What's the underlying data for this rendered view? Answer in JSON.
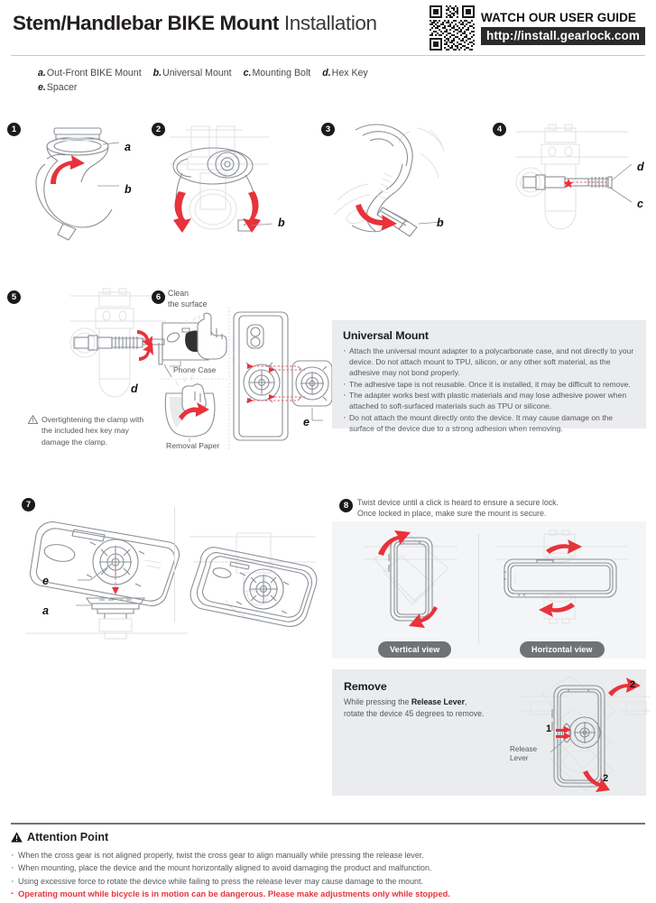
{
  "header": {
    "title_bold": "Stem/Handlebar BIKE Mount",
    "title_light": "Installation",
    "guide_heading": "WATCH OUR USER GUIDE",
    "guide_url": "http://install.gearlock.com"
  },
  "parts": [
    {
      "key": "a.",
      "label": "Out-Front BIKE Mount"
    },
    {
      "key": "b.",
      "label": "Universal Mount"
    },
    {
      "key": "c.",
      "label": "Mounting Bolt"
    },
    {
      "key": "d.",
      "label": "Hex Key"
    },
    {
      "key": "e.",
      "label": "Spacer"
    }
  ],
  "steps": {
    "s1": {
      "num": "1",
      "labels": [
        "a",
        "b"
      ]
    },
    "s2": {
      "num": "2",
      "labels": [
        "b"
      ]
    },
    "s3": {
      "num": "3",
      "labels": [
        "b"
      ]
    },
    "s4": {
      "num": "4",
      "labels": [
        "d",
        "c"
      ]
    },
    "s5": {
      "num": "5",
      "labels": [
        "d"
      ],
      "warning": "Overtightening the clamp with the included hex key may damage the clamp."
    },
    "s6": {
      "num": "6",
      "clean": "Clean\nthe surface",
      "phone_case": "Phone Case",
      "removal_paper": "Removal Paper",
      "labels": [
        "e"
      ]
    },
    "s7": {
      "num": "7",
      "labels": [
        "e",
        "a"
      ]
    },
    "s8": {
      "num": "8",
      "text_line1": "Twist device until a click is heard to ensure a secure lock.",
      "text_line2": "Once locked in place, make sure the mount is secure.",
      "vertical_view": "Vertical view",
      "horizontal_view": "Horizontal view"
    }
  },
  "universal_mount": {
    "heading": "Universal Mount",
    "bullets": [
      "Attach the universal mount adapter to a polycarbonate case, and not directly to your device. Do not attach mount to TPU, silicon, or any other soft material, as the adhesive may not bond properly.",
      "The adhesive tape is not reusable. Once it is installed, it may be difficult to remove.",
      "The adapter works best with plastic materials and may lose adhesive power when attached to soft-surfaced materials such as TPU or silicone.",
      "Do not attach the mount directly onto the device. It may cause damage on the surface of the device due to a strong adhesion when removing."
    ]
  },
  "remove": {
    "heading": "Remove",
    "line1_pre": "While pressing the ",
    "line1_bold": "Release Lever",
    "line1_post": ",",
    "line2": "rotate the device 45 degrees to remove.",
    "callout": "Release\nLever",
    "marker1": "1",
    "marker2a": "2",
    "marker2b": "2"
  },
  "attention": {
    "heading": "Attention Point",
    "items": [
      "When the cross gear is not aligned properly, twist the cross gear to align manually while pressing the release lever.",
      "When mounting, place the device and the mount horizontally aligned to avoid damaging the product and malfunction.",
      "Using excessive force to rotate the device while failing to press the release lever may cause damage to the mount.",
      "Operating mount while bicycle is in motion can be dangerous. Please make adjustments only while stopped."
    ]
  },
  "colors": {
    "accent_red": "#e8323c",
    "panel_gray": "#ebecee",
    "panel_light": "#f4f5f6",
    "pill_gray": "#6f7377",
    "line_gray": "#b9bcc0"
  }
}
